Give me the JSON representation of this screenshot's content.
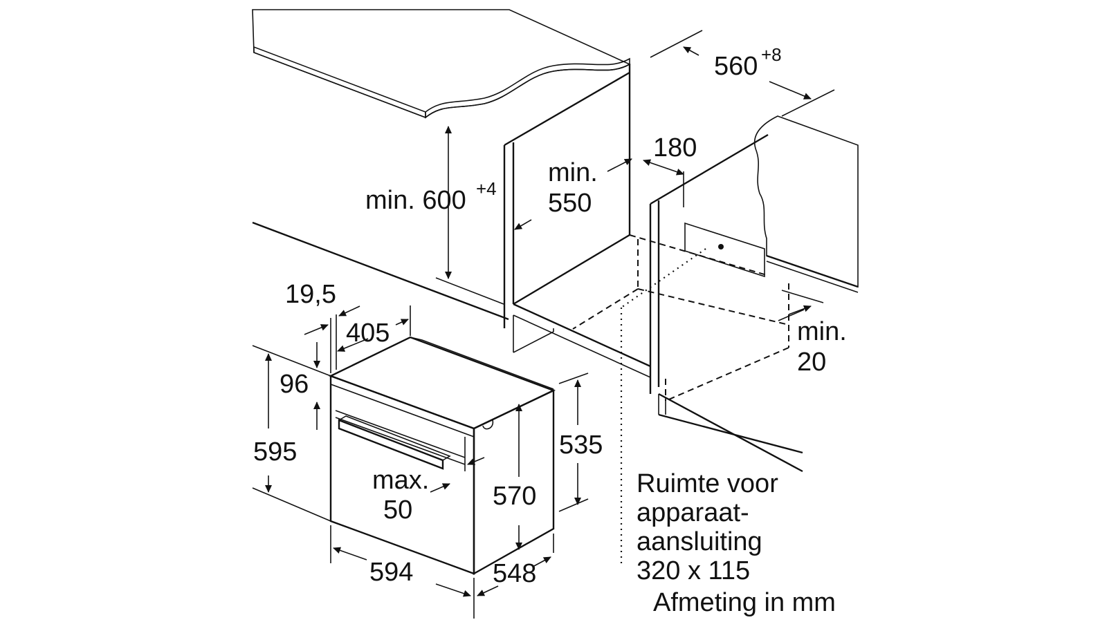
{
  "dimensions": {
    "width_niche": "560",
    "width_niche_tol": "+8",
    "height_min": "min. 600",
    "height_min_tol": "+4",
    "depth_min_l1": "min.",
    "depth_min_l2": "550",
    "offset": "180",
    "gap_min_l1": "min.",
    "gap_min_l2": "20",
    "front_thickness": "19,5",
    "top_depth": "405",
    "front_top": "96",
    "height": "595",
    "handle_l1": "max.",
    "handle_l2": "50",
    "body_height_outer": "535",
    "body_height": "570",
    "width": "594",
    "depth": "548"
  },
  "note": {
    "line1": "Ruimte voor",
    "line2": "apparaat-",
    "line3": "aansluiting",
    "line4": "320 x 115",
    "line5": "Afmeting in mm"
  },
  "colors": {
    "countertop_fill": "#d9d9d9",
    "stroke": "#111111"
  }
}
